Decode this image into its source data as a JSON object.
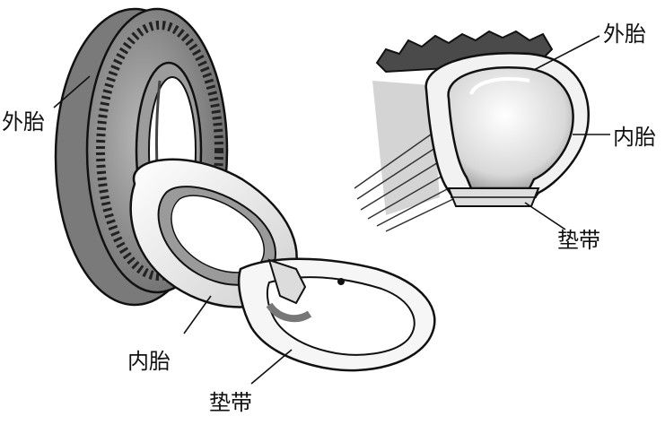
{
  "labels": {
    "left_outer_tire": "外胎",
    "left_inner_tube": "内胎",
    "left_rim_strip": "垫带",
    "right_outer_tire": "外胎",
    "right_inner_tube": "内胎",
    "right_rim_strip": "垫带"
  },
  "colors": {
    "outline": "#111111",
    "tire_dark": "#6e6e6e",
    "tire_mid": "#9a9a9a",
    "tire_light": "#c8c8c8",
    "tube_white": "#f4f4f4"
  }
}
